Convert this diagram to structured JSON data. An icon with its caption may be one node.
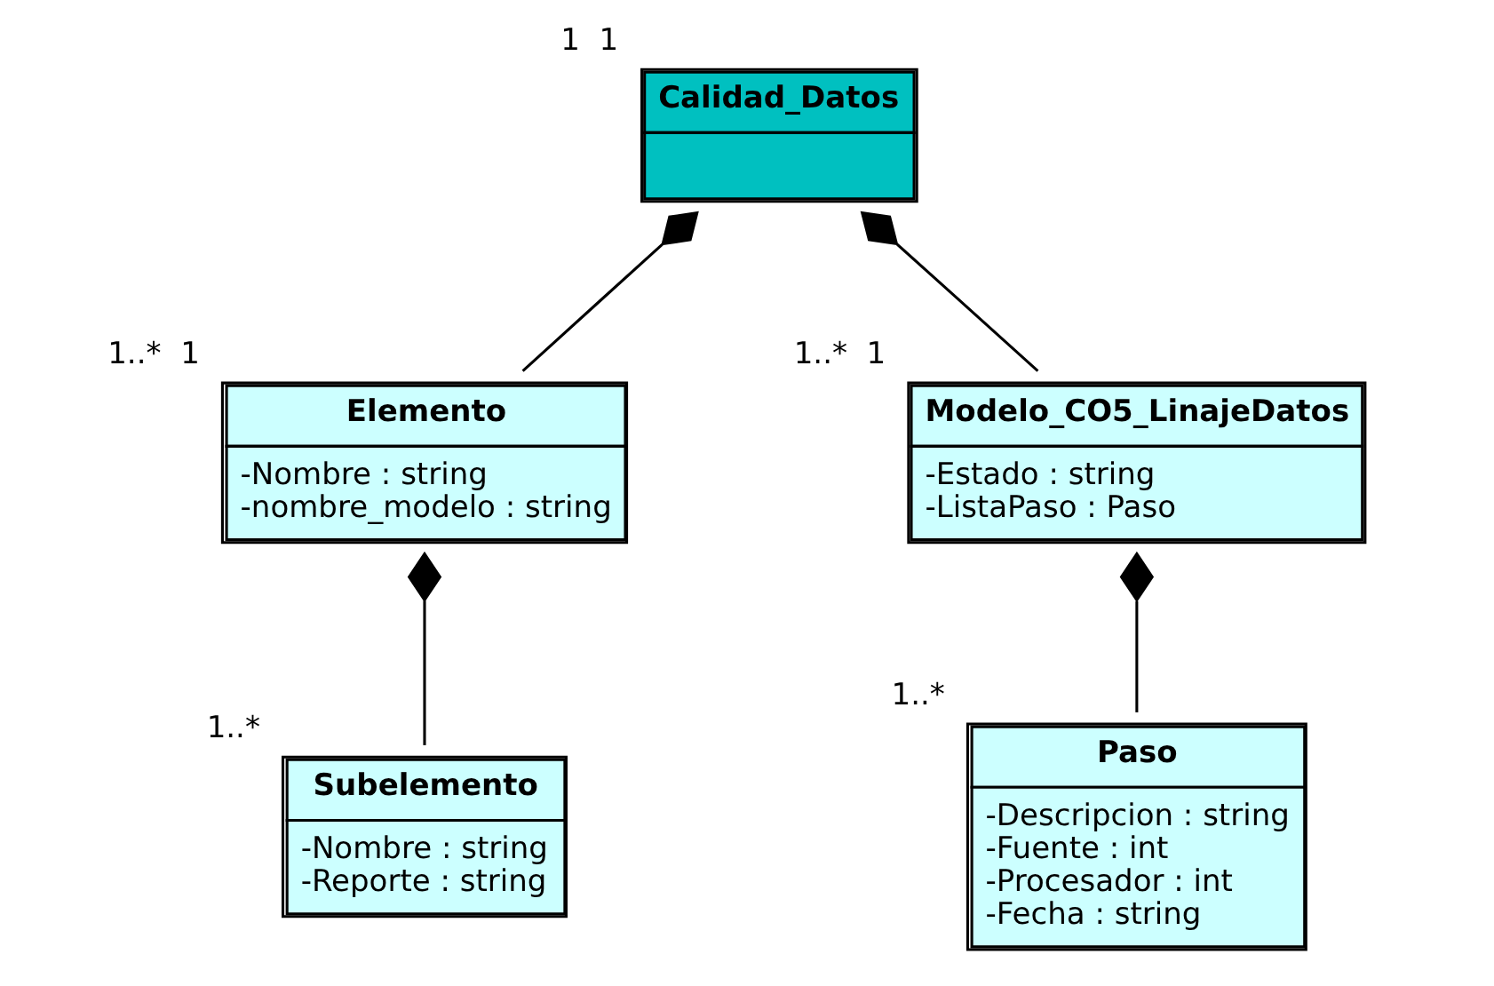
{
  "diagram": {
    "nodes": [
      {
        "text": [
          "Calidad_Datos"
        ],
        "beside": [
          "1",
          "1"
        ]
      },
      {
        "text": [
          "Elemento",
          "-Nombre : string",
          "-nombre_modelo : string"
        ],
        "beside": [
          "1..*",
          "1"
        ]
      },
      {
        "text": [
          "Modelo_CO5_LinajeDatos",
          "-Estado : string",
          "-ListaPaso : Paso"
        ],
        "beside": [
          "1..*",
          "1"
        ]
      },
      {
        "text": [
          "Subelemento",
          "-Nombre : string",
          "-Reporte : string"
        ],
        "beside": [
          "1..*"
        ]
      },
      {
        "text": [
          "Paso",
          "-Descripcion : string",
          "-Fuente : int",
          "-Procesador : int",
          "-Fecha : string"
        ],
        "beside": [
          "1..*"
        ]
      }
    ],
    "edges": [
      {
        "from": 0,
        "to": 1,
        "arrow": "other"
      },
      {
        "from": 0,
        "to": 2,
        "arrow": "other"
      },
      {
        "from": 1,
        "to": 3,
        "arrow": "other"
      },
      {
        "from": 2,
        "to": 4,
        "arrow": "other"
      }
    ]
  }
}
